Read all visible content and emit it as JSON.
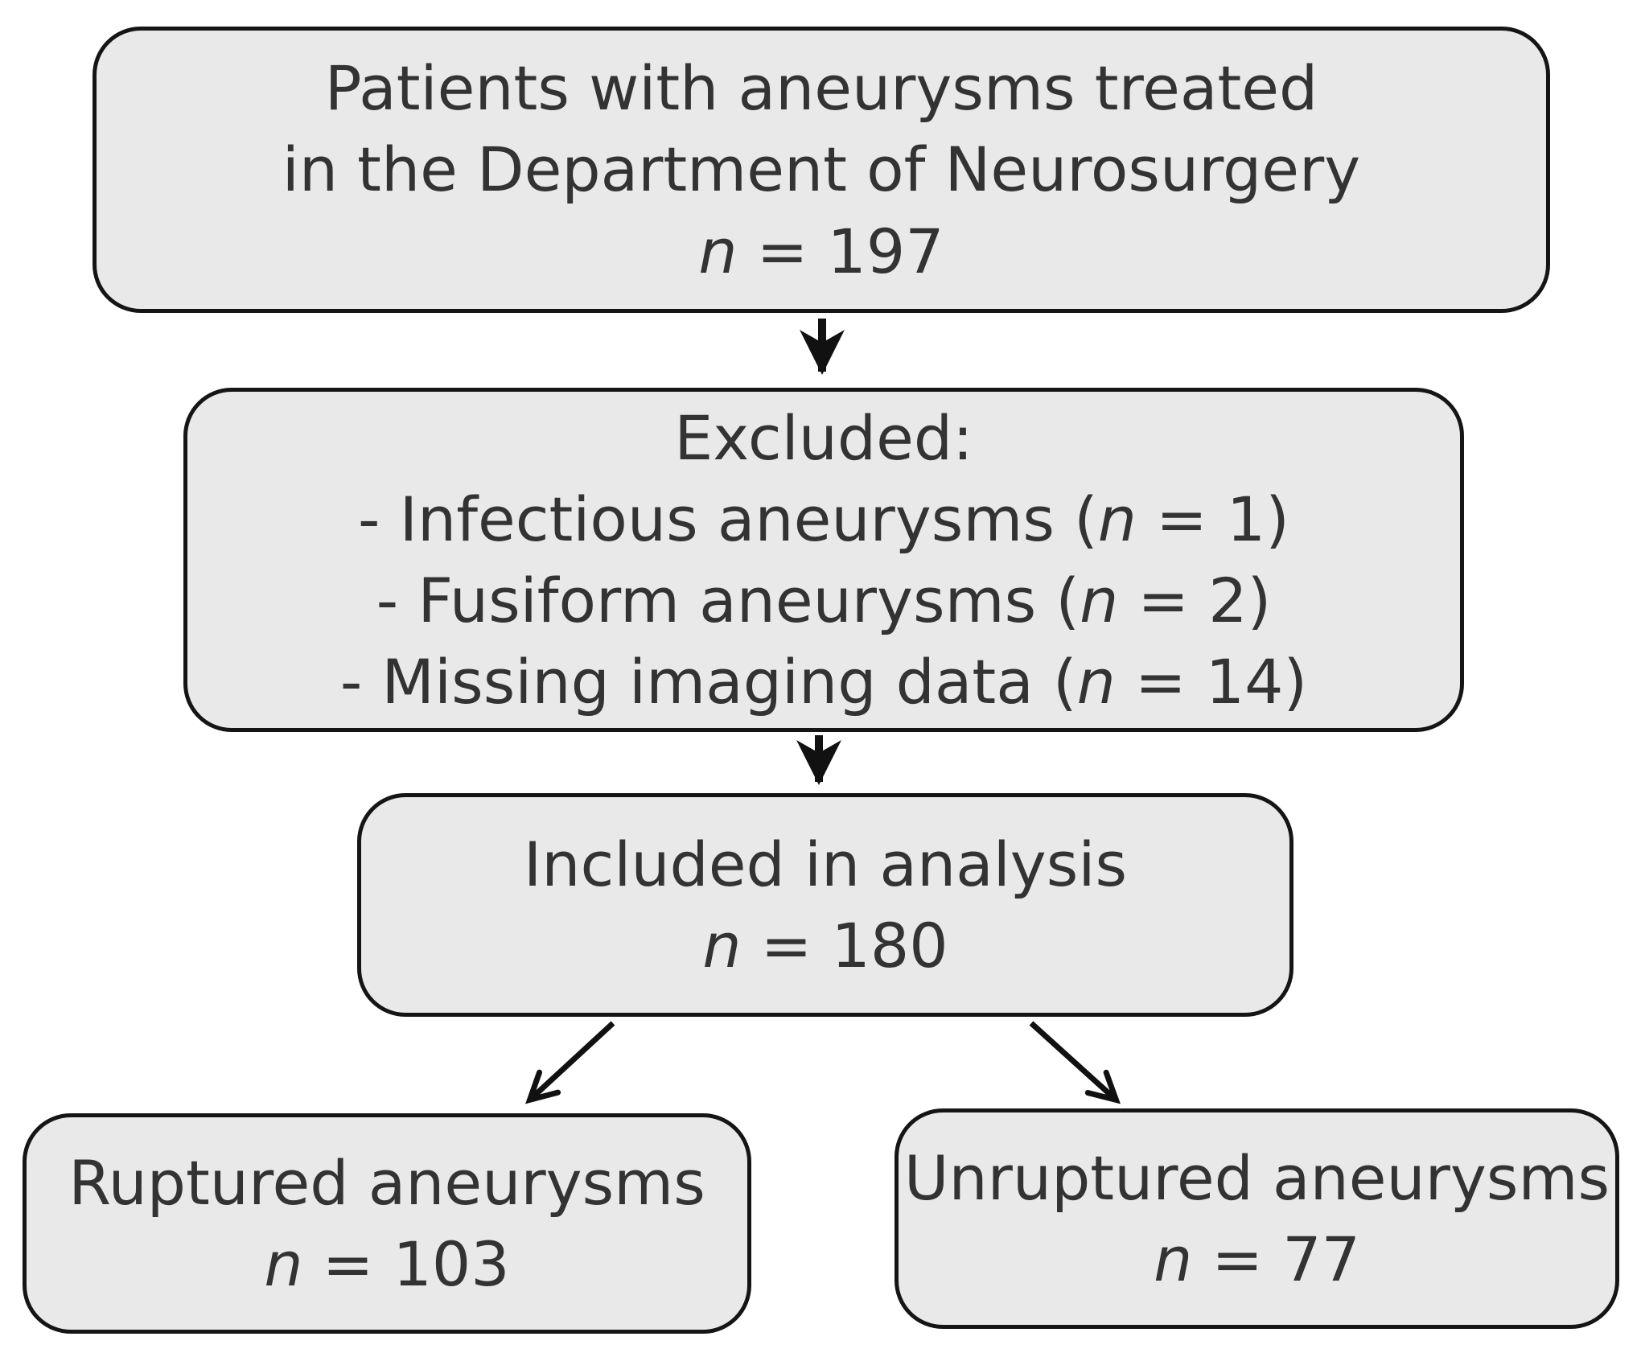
{
  "flowchart": {
    "styles": {
      "box_fill": "#e9e9e9",
      "box_border": "#151515",
      "text_color": "#333333",
      "arrow_color": "#111111",
      "background": "#ffffff"
    },
    "top_box": {
      "line1": "Patients with aneurysms treated",
      "line2": "in the Department of Neurosurgery",
      "n_symbol": "n",
      "n_rest": " = 197"
    },
    "excluded_box": {
      "title": "Excluded:",
      "items": [
        {
          "prefix": "- Infectious aneurysms (",
          "n_symbol": "n",
          "suffix": " = 1)"
        },
        {
          "prefix": "- Fusiform aneurysms (",
          "n_symbol": "n",
          "suffix": " = 2)"
        },
        {
          "prefix": "- Missing imaging data (",
          "n_symbol": "n",
          "suffix": " = 14)"
        }
      ]
    },
    "included_box": {
      "line1": "Included in analysis",
      "n_symbol": "n",
      "n_rest": " = 180"
    },
    "ruptured_box": {
      "line1": "Ruptured aneurysms",
      "n_symbol": "n",
      "n_rest": " = 103"
    },
    "unruptured_box": {
      "line1": "Unruptured aneurysms",
      "n_symbol": "n",
      "n_rest": " = 77"
    }
  }
}
